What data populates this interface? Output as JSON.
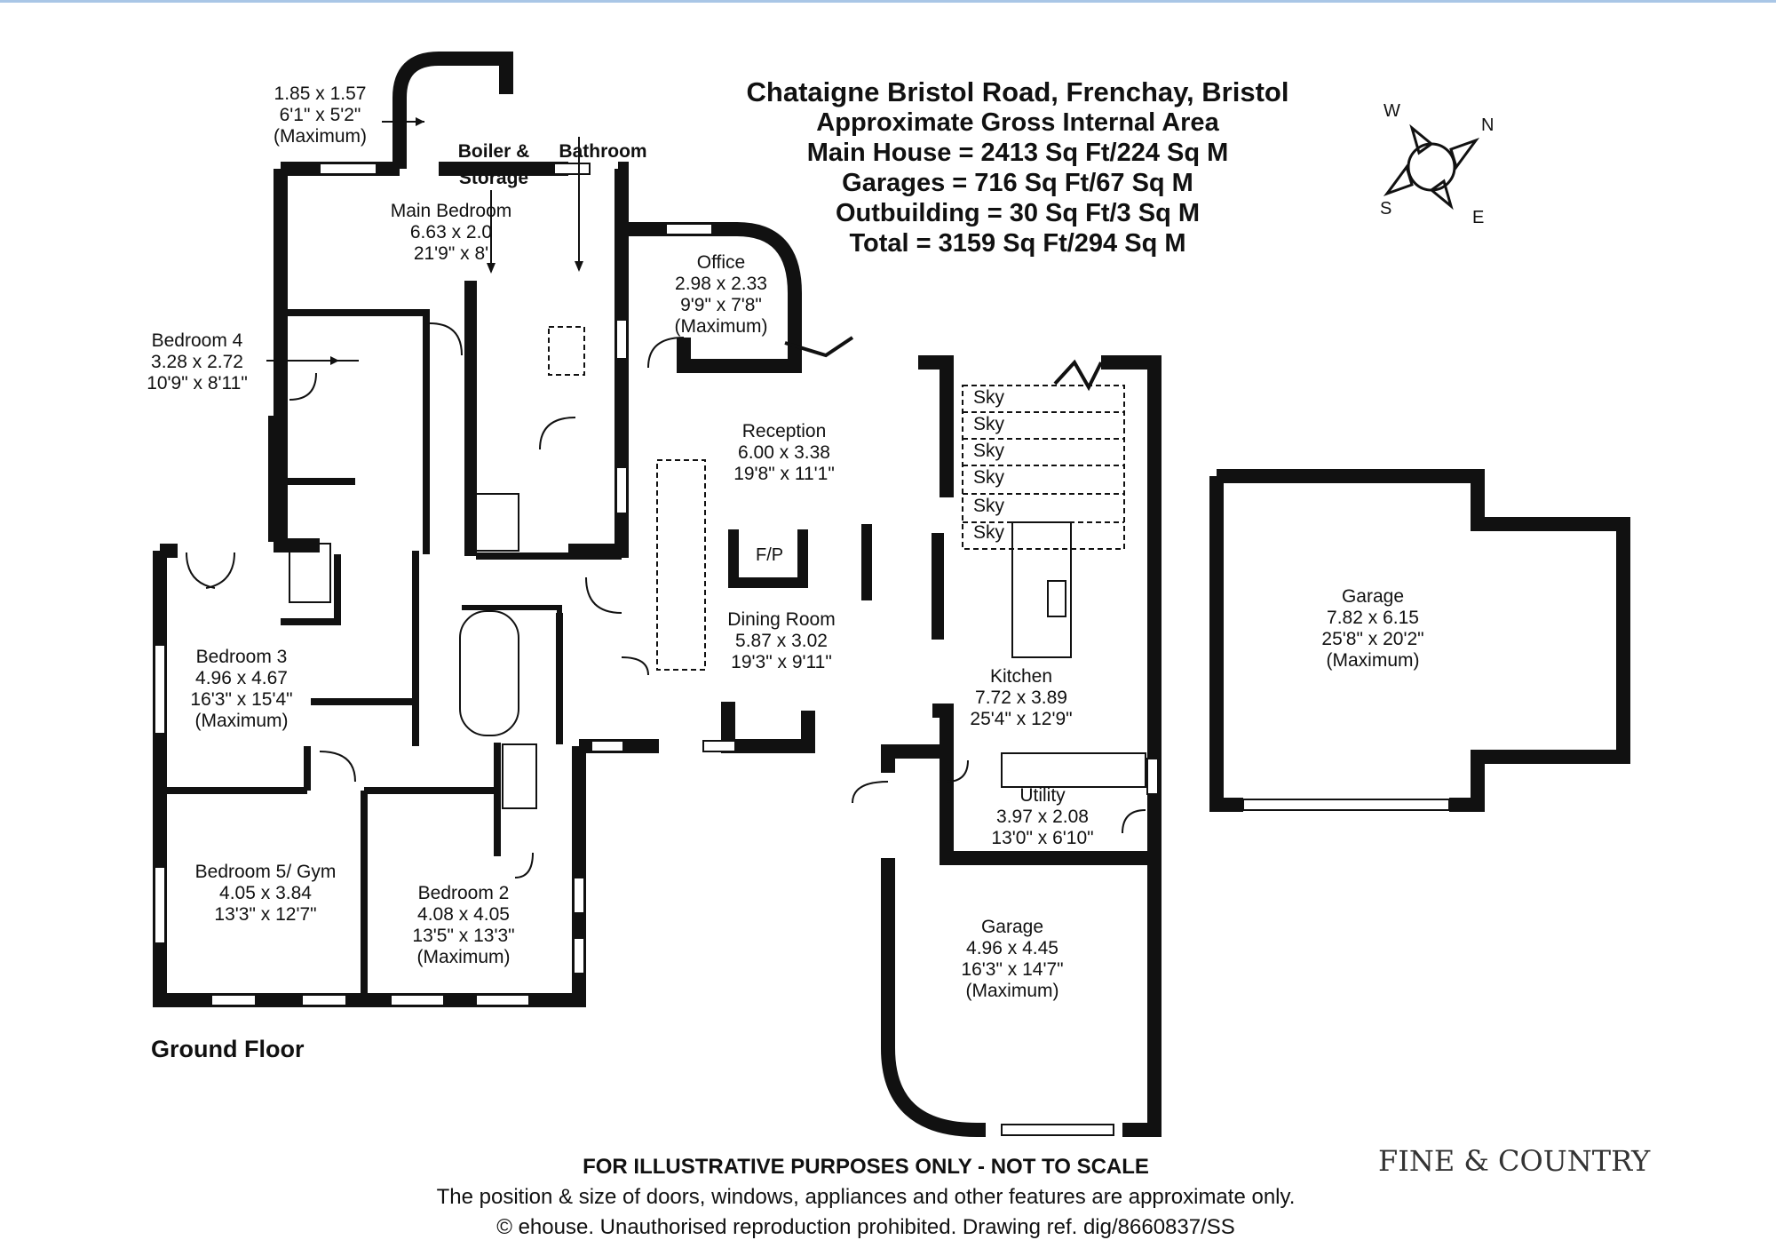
{
  "header": {
    "address": "Chataigne Bristol Road, Frenchay, Bristol",
    "area_title": "Approximate Gross Internal Area",
    "main_house": "Main House = 2413 Sq Ft/224 Sq M",
    "garages": "Garages = 716 Sq Ft/67 Sq M",
    "outbuilding": "Outbuilding = 30 Sq Ft/3 Sq M",
    "total": "Total = 3159 Sq Ft/294 Sq M"
  },
  "compass": {
    "w": "W",
    "n": "N",
    "s": "S",
    "e": "E"
  },
  "external_store": {
    "metric": "1.85 x 1.57",
    "imperial": "6'1\" x 5'2\"",
    "note": "(Maximum)"
  },
  "rooms": {
    "boiler": {
      "name_line1": "Boiler &",
      "name_line2": "Storage"
    },
    "bathroom": {
      "name": "Bathroom"
    },
    "main_bedroom": {
      "name": "Main Bedroom",
      "metric": "6.63 x 2.0",
      "imperial": "21'9\" x 8'"
    },
    "office": {
      "name": "Office",
      "metric": "2.98 x 2.33",
      "imperial": "9'9\" x 7'8\"",
      "note": "(Maximum)"
    },
    "bedroom4": {
      "name": "Bedroom 4",
      "metric": "3.28 x 2.72",
      "imperial": "10'9\" x 8'11\""
    },
    "reception": {
      "name": "Reception",
      "metric": "6.00 x 3.38",
      "imperial": "19'8\" x 11'1\""
    },
    "fireplace": "F/P",
    "bedroom3": {
      "name": "Bedroom 3",
      "metric": "4.96 x 4.67",
      "imperial": "16'3\" x 15'4\"",
      "note": "(Maximum)"
    },
    "dining": {
      "name": "Dining Room",
      "metric": "5.87 x 3.02",
      "imperial": "19'3\" x 9'11\""
    },
    "kitchen": {
      "name": "Kitchen",
      "metric": "7.72 x 3.89",
      "imperial": "25'4\" x 12'9\""
    },
    "utility": {
      "name": "Utility",
      "metric": "3.97 x 2.08",
      "imperial": "13'0\" x 6'10\""
    },
    "bedroom5": {
      "name": "Bedroom 5/ Gym",
      "metric": "4.05 x 3.84",
      "imperial": "13'3\" x 12'7\""
    },
    "bedroom2": {
      "name": "Bedroom 2",
      "metric": "4.08 x 4.05",
      "imperial": "13'5\" x 13'3\"",
      "note": "(Maximum)"
    },
    "garage_small": {
      "name": "Garage",
      "metric": "4.96 x 4.45",
      "imperial": "16'3\" x 14'7\"",
      "note": "(Maximum)"
    },
    "garage_large": {
      "name": "Garage",
      "metric": "7.82 x 6.15",
      "imperial": "25'8\" x 20'2\"",
      "note": "(Maximum)"
    }
  },
  "skylights": [
    "Sky",
    "Sky",
    "Sky",
    "Sky",
    "Sky",
    "Sky"
  ],
  "floor_label": "Ground Floor",
  "footer": {
    "line1": "FOR ILLUSTRATIVE PURPOSES ONLY - NOT TO SCALE",
    "line2": "The position & size of doors, windows, appliances and other features are approximate only.",
    "line3": "© ehouse. Unauthorised reproduction prohibited. Drawing ref. dig/8660837/SS"
  },
  "brand": "FINE & COUNTRY"
}
